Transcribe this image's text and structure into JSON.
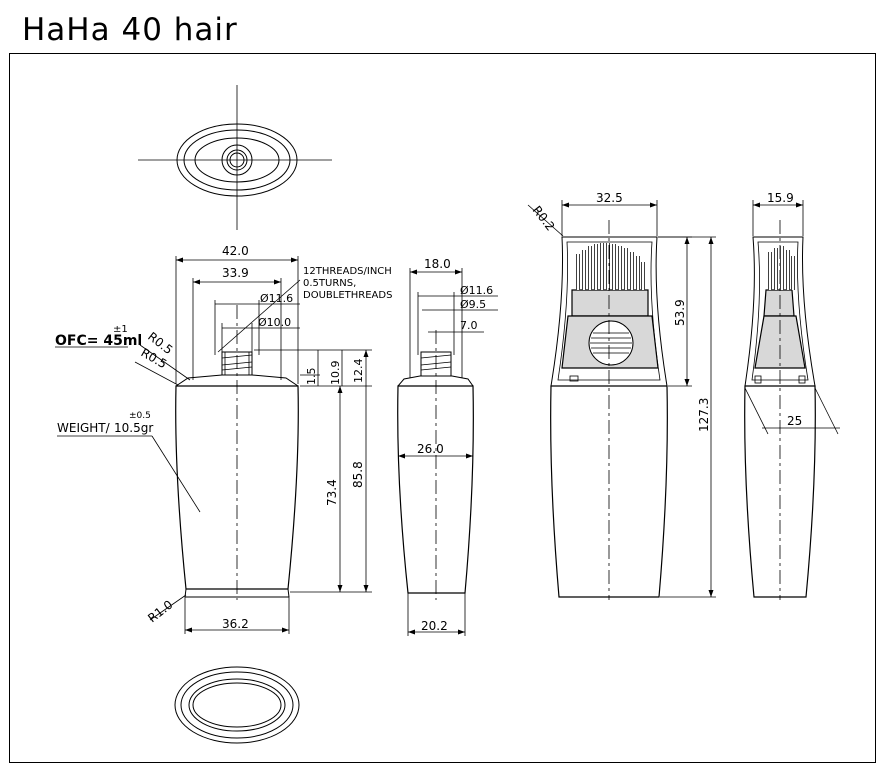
{
  "title": "HaHa 40 hair",
  "notes": {
    "thread_line1": "12THREADS/INCH",
    "thread_line2": "0.5TURNS,",
    "thread_line3": "DOUBLETHREADS",
    "ofc_label": "OFC= 45ml",
    "ofc_tol": "±1",
    "weight_label": "WEIGHT/",
    "weight_value": "10.5gr",
    "weight_tol": "±0.5"
  },
  "front_view": {
    "width_top": "42.0",
    "neck_outer": "33.9",
    "thread_dia": "Ø11.6",
    "neck_dia": "Ø10.0",
    "radius_top1": "R0.5",
    "radius_top2": "R0.5",
    "neck_h1": "1.5",
    "neck_h2": "10.9",
    "neck_h3": "12.4",
    "body_h": "73.4",
    "total_h": "85.8",
    "radius_bottom": "R1.0",
    "width_bottom": "36.2"
  },
  "side_view": {
    "neck_width": "18.0",
    "thread_dia": "Ø11.6",
    "inner_dia1": "Ø9.5",
    "inner_dia2": "7.0",
    "width_mid": "26.0",
    "width_bottom": "20.2"
  },
  "assembled_front": {
    "cap_width": "32.5",
    "radius": "R0.2",
    "cap_h": "53.9",
    "total_h": "127.3"
  },
  "assembled_side": {
    "cap_width": "15.9",
    "angle_width": "25"
  }
}
